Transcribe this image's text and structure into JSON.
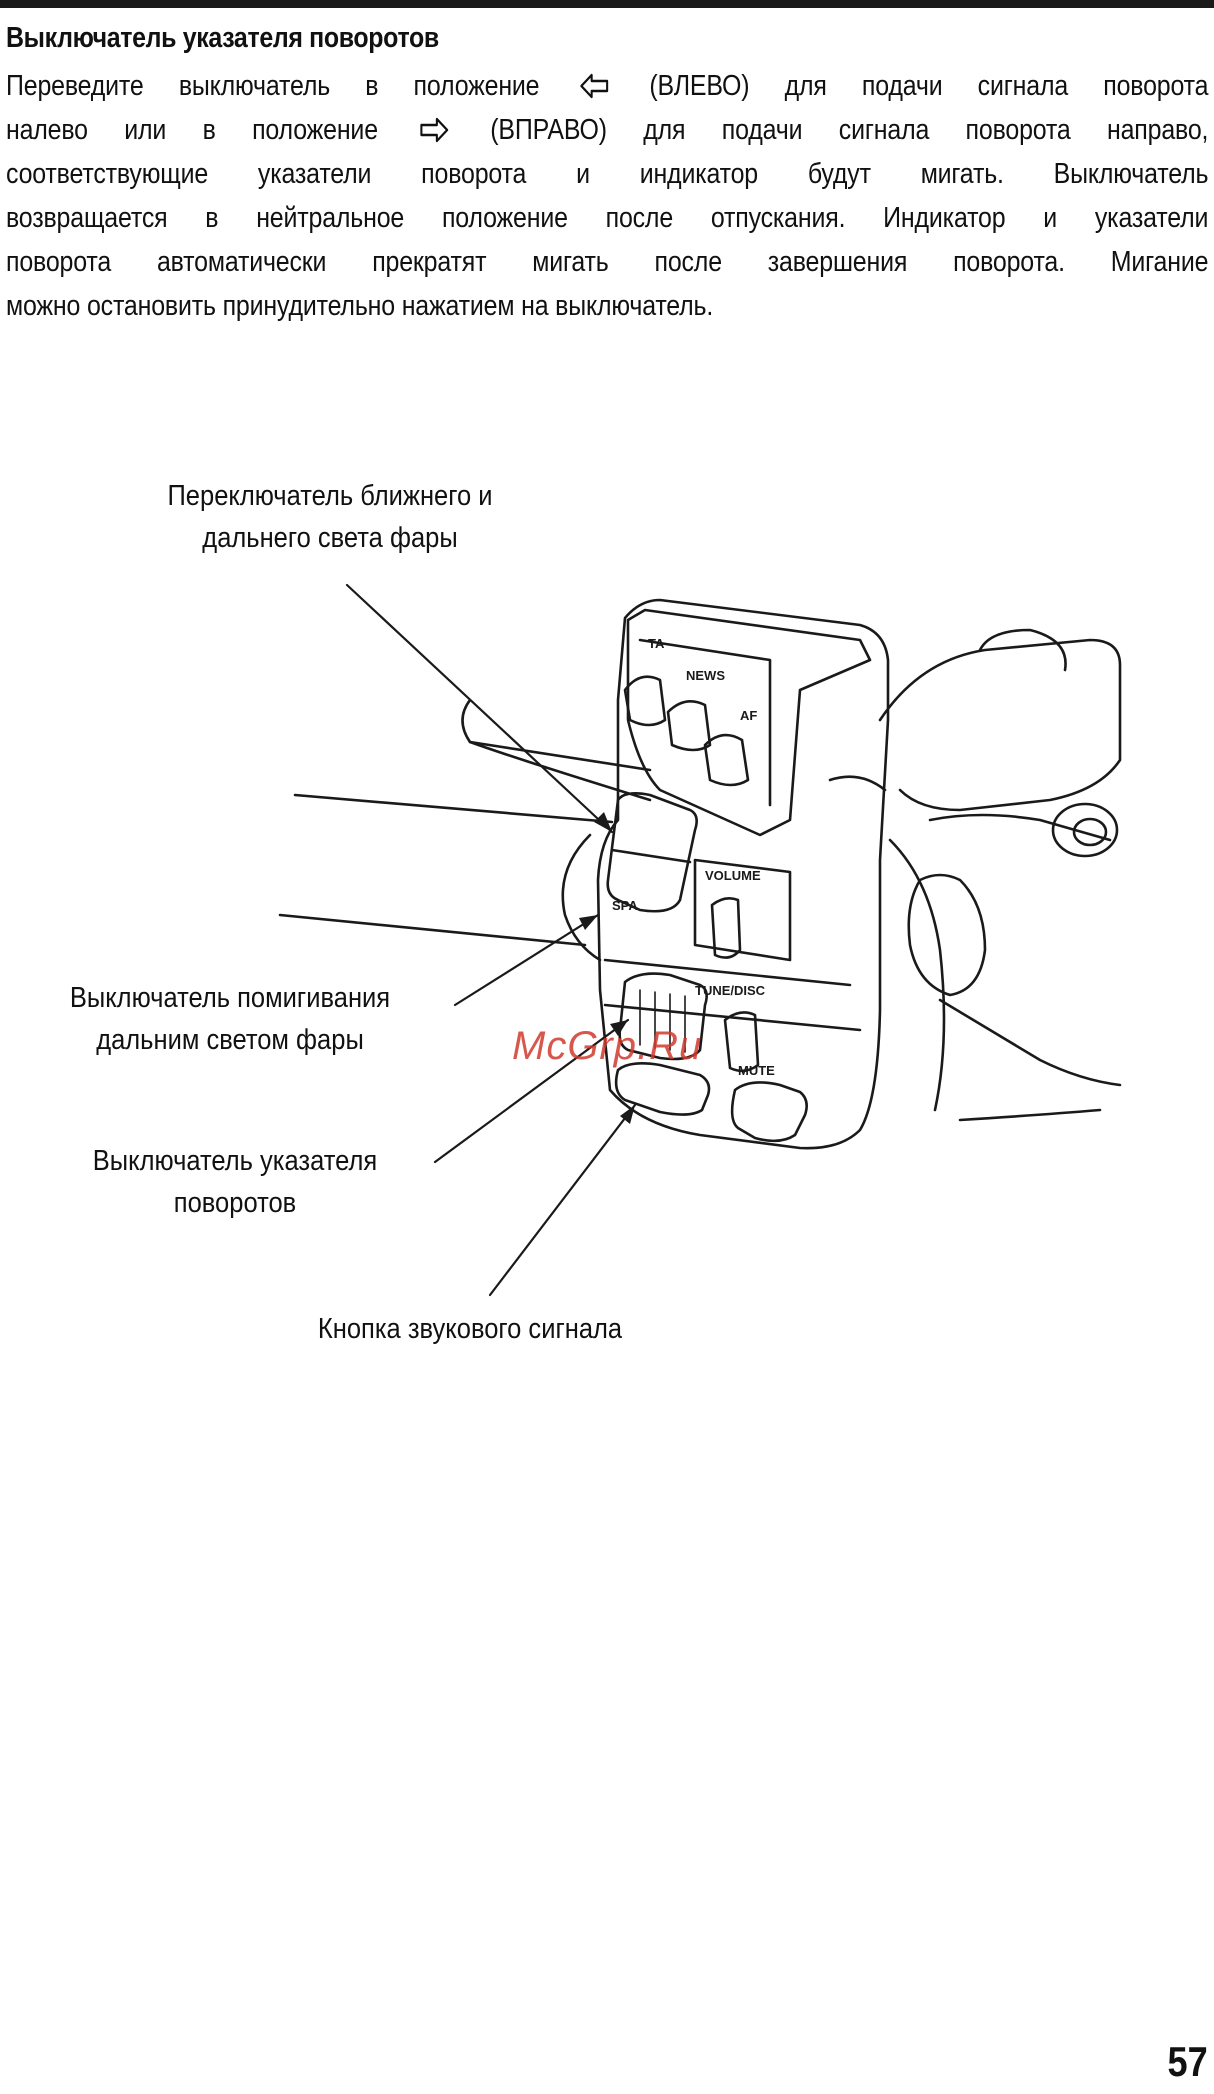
{
  "section": {
    "title": "Выключатель указателя поворотов"
  },
  "paragraph": {
    "line1_a": "Переведите выключатель в положение",
    "line1_b": "(ВЛЕВО) для подачи сигнала поворота",
    "line2_a": "налево или в положение",
    "line2_b": "(ВПРАВО) для подачи сигнала поворота направо,",
    "line3": "соответствующие указатели поворота и индикатор будут мигать. Выключатель",
    "line4": "возвращается в нейтральное положение после отпускания. Индикатор и указатели",
    "line5": "поворота автоматически прекратят мигать после завершения поворота. Мигание",
    "line6": "можно остановить принудительно нажатием на выключатель.",
    "left_icon": "left-arrow-icon",
    "right_icon": "right-arrow-icon"
  },
  "figure": {
    "callouts": {
      "dimmer_line1": "Переключатель ближнего и",
      "dimmer_line2": "дальнего света фары",
      "passing_line1": "Выключатель помигивания",
      "passing_line2": "дальним светом фары",
      "turn_line1": "Выключатель указателя",
      "turn_line2": "поворотов",
      "horn": "Кнопка звукового сигнала"
    },
    "switch_labels": {
      "ta": "TA",
      "news": "NEWS",
      "af": "AF",
      "volume": "VOLUME",
      "tune_disc": "TUNE/DISC",
      "spa": "SPA",
      "mute": "MUTE"
    }
  },
  "watermark": "McGrp.Ru",
  "page_number": "57"
}
